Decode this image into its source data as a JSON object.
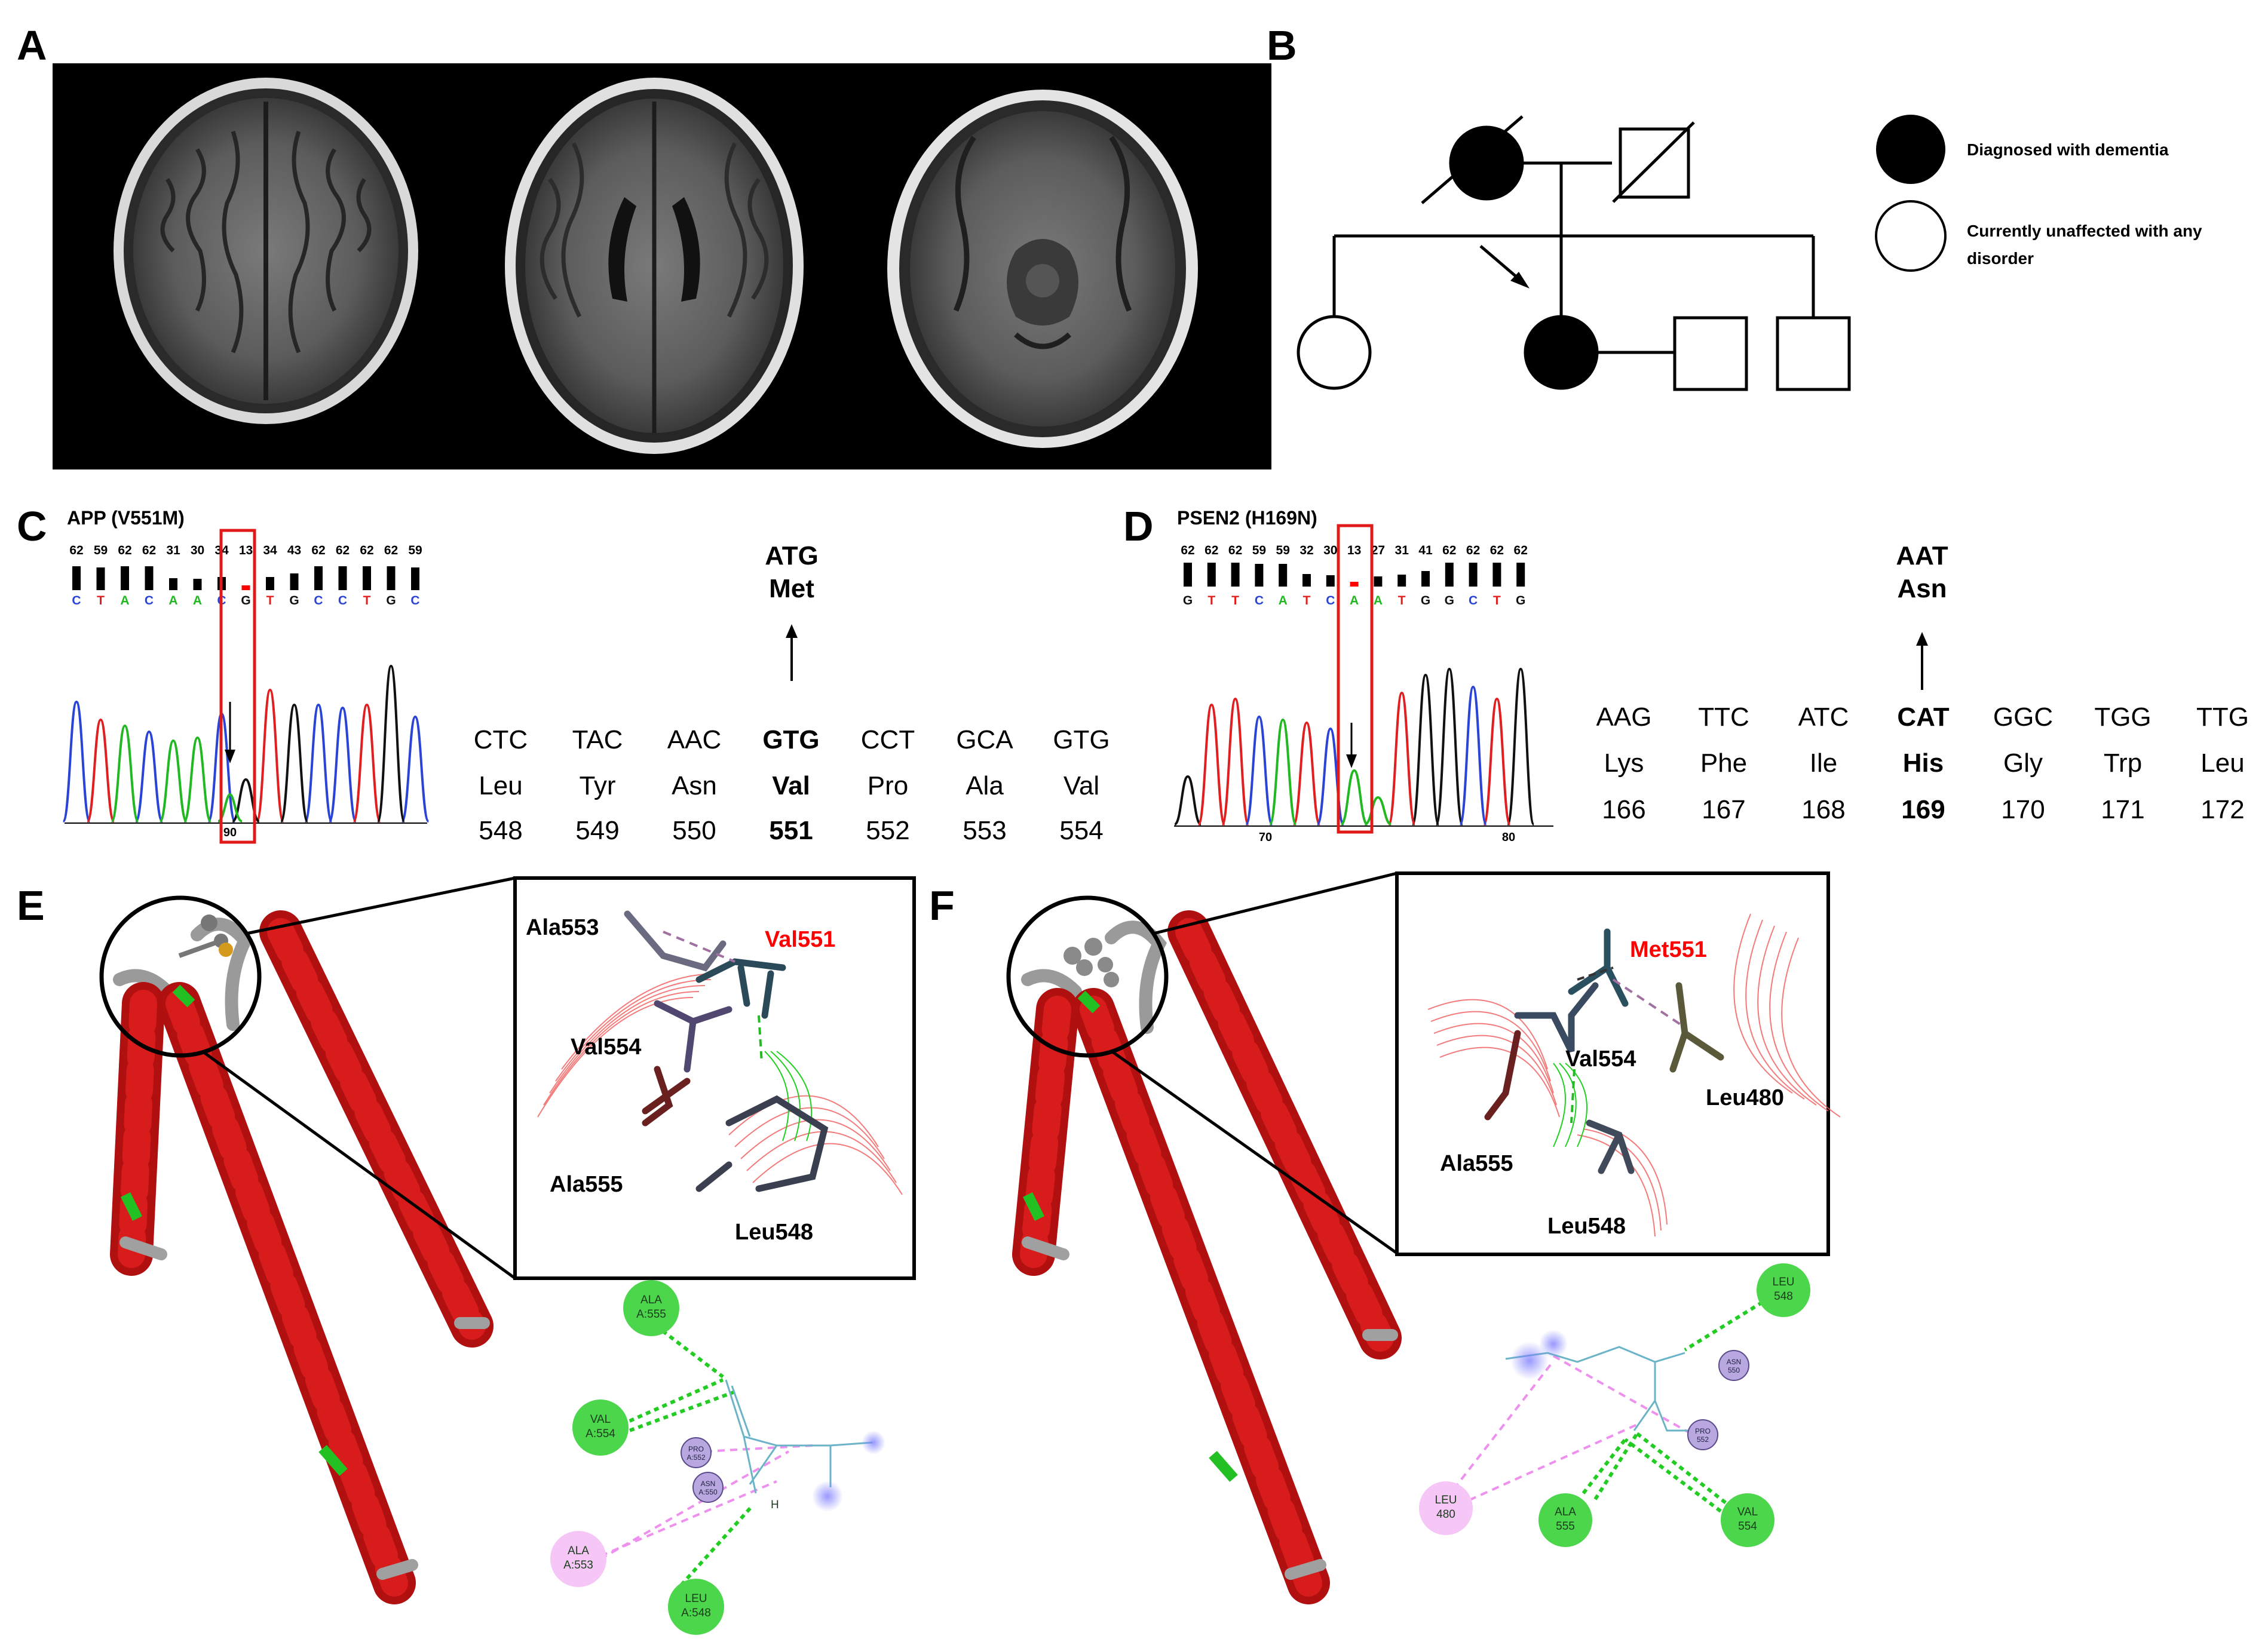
{
  "panels": {
    "a": "A",
    "b": "B",
    "c": "C",
    "d": "D",
    "e": "E",
    "f": "F"
  },
  "legend": {
    "affected": "Diagnosed with dementia",
    "unaffected_line1": "Currently unaffected with any",
    "unaffected_line2": "disorder"
  },
  "panel_c": {
    "title": "APP (V551M)",
    "quality": [
      "62",
      "59",
      "62",
      "62",
      "31",
      "30",
      "34",
      "13",
      "34",
      "43",
      "62",
      "62",
      "62",
      "62",
      "59"
    ],
    "bases": [
      "C",
      "T",
      "A",
      "C",
      "A",
      "A",
      "C",
      "G",
      "T",
      "G",
      "C",
      "C",
      "T",
      "G",
      "C"
    ],
    "trace_tick": "90",
    "mutant_codon": "ATG",
    "mutant_aa": "Met",
    "codons": [
      "CTC",
      "TAC",
      "AAC",
      "GTG",
      "CCT",
      "GCA",
      "GTG"
    ],
    "aas": [
      "Leu",
      "Tyr",
      "Asn",
      "Val",
      "Pro",
      "Ala",
      "Val"
    ],
    "positions": [
      "548",
      "549",
      "550",
      "551",
      "552",
      "553",
      "554"
    ]
  },
  "panel_d": {
    "title": "PSEN2 (H169N)",
    "quality": [
      "62",
      "62",
      "62",
      "59",
      "59",
      "32",
      "30",
      "13",
      "27",
      "31",
      "41",
      "62",
      "62",
      "62",
      "62"
    ],
    "bases": [
      "G",
      "T",
      "T",
      "C",
      "A",
      "T",
      "C",
      "A",
      "A",
      "T",
      "G",
      "G",
      "C",
      "T",
      "G"
    ],
    "trace_ticks": [
      "70",
      "80"
    ],
    "mutant_codon": "AAT",
    "mutant_aa": "Asn",
    "codons": [
      "AAG",
      "TTC",
      "ATC",
      "CAT",
      "GGC",
      "TGG",
      "TTG"
    ],
    "aas": [
      "Lys",
      "Phe",
      "Ile",
      "His",
      "Gly",
      "Trp",
      "Leu"
    ],
    "positions": [
      "166",
      "167",
      "168",
      "169",
      "170",
      "171",
      "172"
    ]
  },
  "panel_e": {
    "residues": [
      "Ala553",
      "Val551",
      "Val554",
      "Ala555",
      "Leu548"
    ],
    "diagram": {
      "ala555": [
        "ALA",
        "A:555"
      ],
      "val554": [
        "VAL",
        "A:554"
      ],
      "pro552": [
        "PRO",
        "A:552"
      ],
      "asn550": [
        "ASN",
        "A:550"
      ],
      "ala553": [
        "ALA",
        "A:553"
      ],
      "leu548": [
        "LEU",
        "A:548"
      ],
      "h": "H"
    }
  },
  "panel_f": {
    "residues": [
      "Met551",
      "Val554",
      "Leu480",
      "Ala555",
      "Leu548"
    ],
    "diagram": {
      "leu548": [
        "LEU",
        "548"
      ],
      "asn550": [
        "ASN",
        "550"
      ],
      "pro552": [
        "PRO",
        "552"
      ],
      "leu480": [
        "LEU",
        "480"
      ],
      "ala555": [
        "ALA",
        "555"
      ],
      "val554": [
        "VAL",
        "554"
      ]
    }
  },
  "colors": {
    "helix": "#cc1010",
    "highlight": "#ff0000",
    "hbond": "#22cc22",
    "contact": "#ee99ee",
    "base_A": "#22b822",
    "base_C": "#2a45d6",
    "base_G": "#111111",
    "base_T": "#e02020"
  }
}
